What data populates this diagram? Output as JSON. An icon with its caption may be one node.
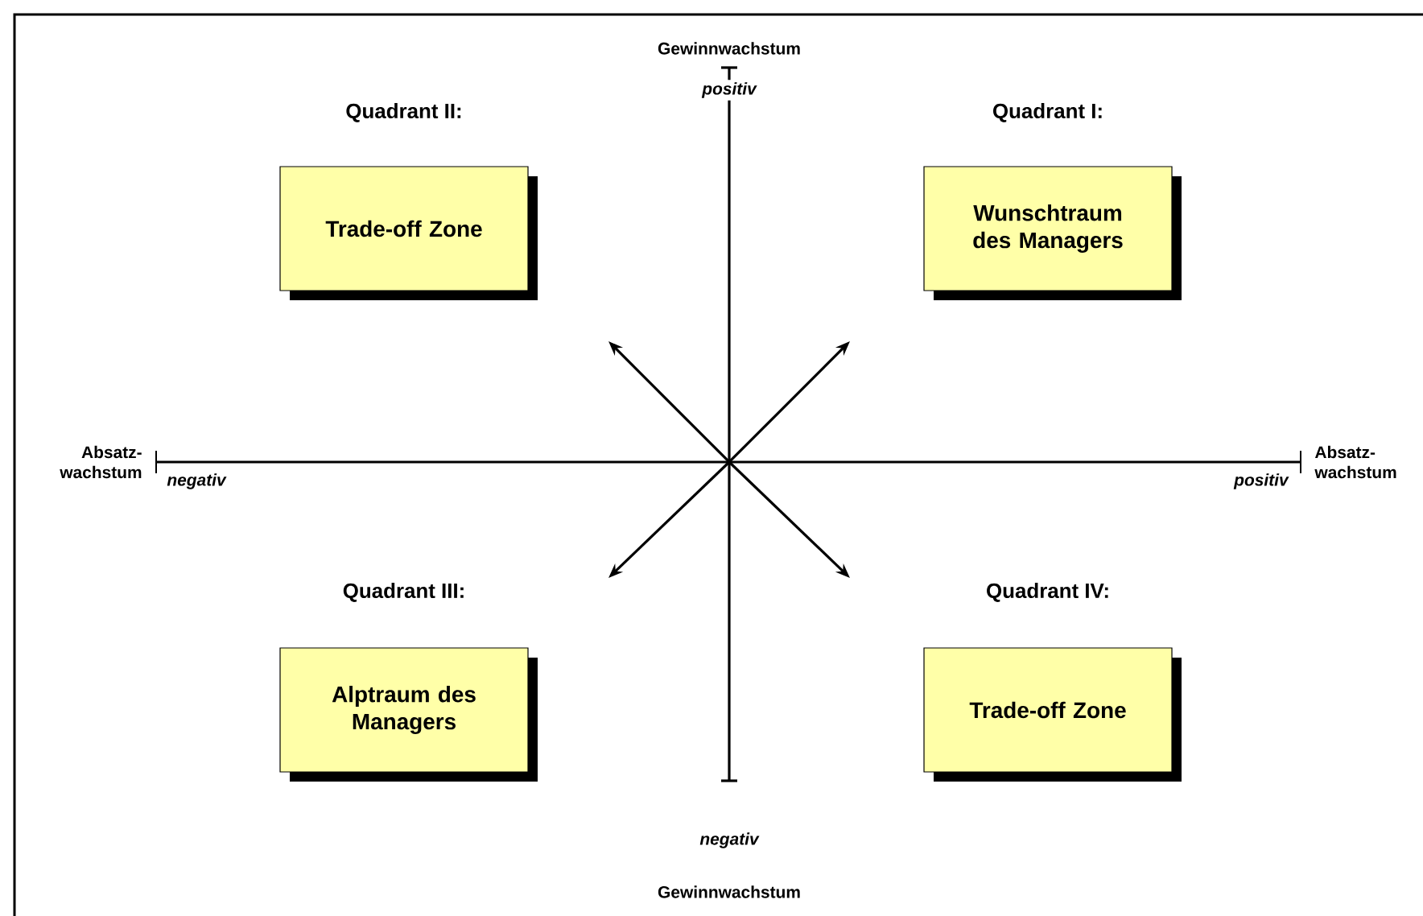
{
  "diagram": {
    "nodes": [
      {
        "text": [
          "Quadrant II:",
          "Trade-off Zone"
        ]
      },
      {
        "text": [
          "Quadrant I:",
          "Wunschtraum des Managers"
        ]
      },
      {
        "text": [
          "Quadrant III:",
          "Alptraum des Managers"
        ]
      },
      {
        "text": [
          "Quadrant IV:",
          "Trade-off Zone"
        ]
      }
    ],
    "labels": [
      "Gewinnwachstum",
      "positiv",
      "Absatz- wachstum",
      "negativ",
      "positiv",
      "Absatz- wachstum",
      "negativ",
      "Gewinnwachstum"
    ]
  }
}
